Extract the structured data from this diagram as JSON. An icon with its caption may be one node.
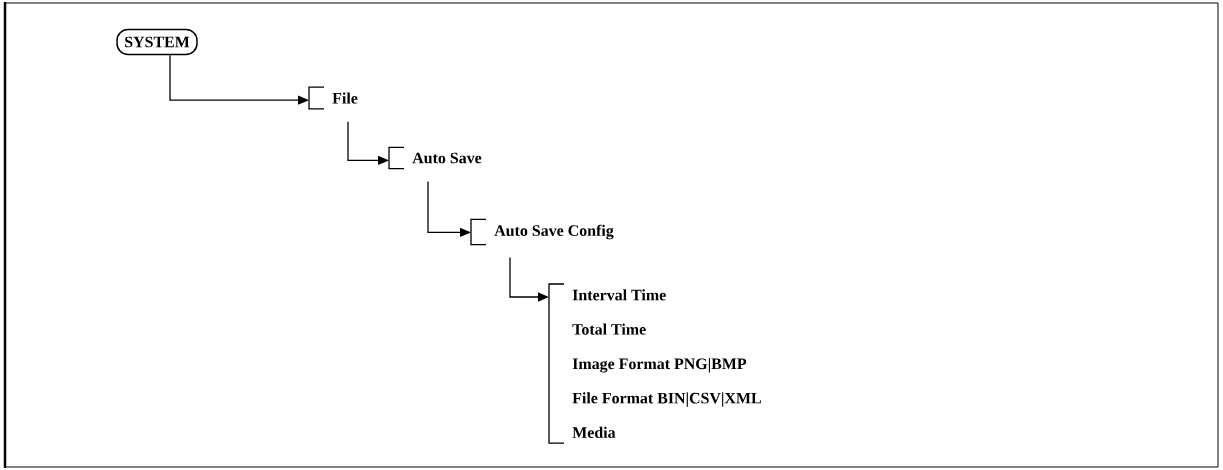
{
  "diagram": {
    "nodes": [
      {
        "text": [
          "SYSTEM"
        ]
      },
      {
        "text": [
          "File"
        ]
      },
      {
        "text": [
          "Auto Save"
        ]
      },
      {
        "text": [
          "Auto Save Config"
        ]
      },
      {
        "text": [
          "Interval Time",
          "Total Time",
          "Image Format PNG|BMP",
          "File Format BIN|CSV|XML",
          "Media"
        ]
      }
    ],
    "edges": [
      {
        "from": 0,
        "to": 1,
        "arrow": "to"
      },
      {
        "from": 1,
        "to": 2,
        "arrow": "to"
      },
      {
        "from": 2,
        "to": 3,
        "arrow": "to"
      },
      {
        "from": 3,
        "to": 4,
        "arrow": "to"
      }
    ]
  }
}
